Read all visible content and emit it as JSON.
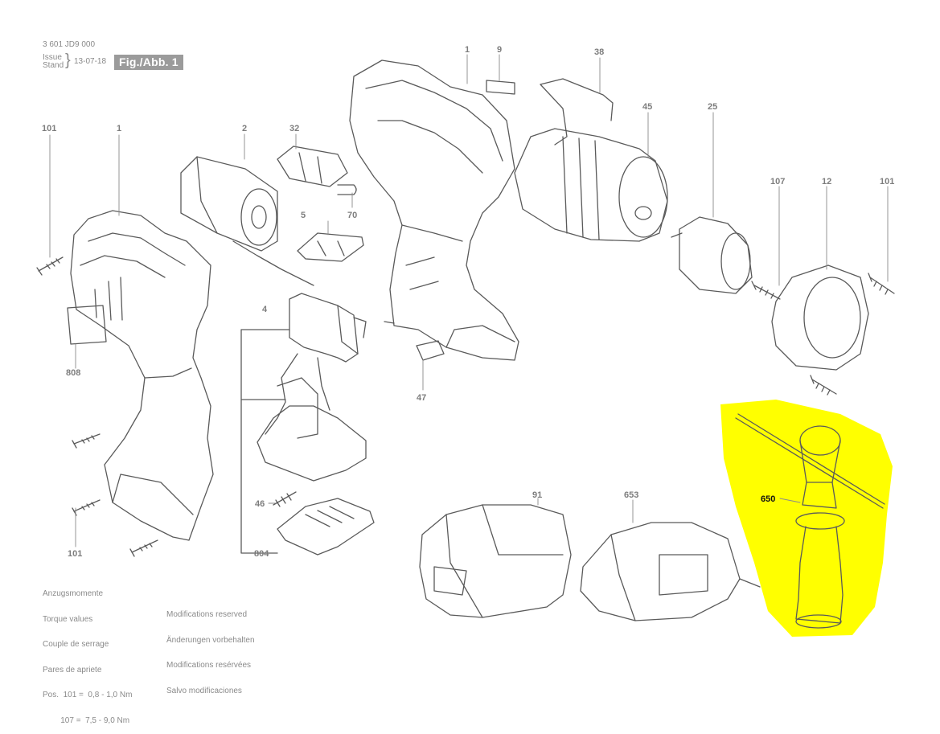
{
  "header": {
    "doc_number": "3 601 JD9 000",
    "issue_label": "Issue",
    "stand_label": "Stand",
    "date": "13-07-18",
    "figure_label": "Fig./Abb. 1"
  },
  "labels": {
    "p101_a": "101",
    "p1_a": "1",
    "p2": "2",
    "p32": "32",
    "p5": "5",
    "p70": "70",
    "p1_b": "1",
    "p9": "9",
    "p38": "38",
    "p45": "45",
    "p25": "25",
    "p107": "107",
    "p12": "12",
    "p101_b": "101",
    "p808": "808",
    "p4": "4",
    "p47": "47",
    "p46": "46",
    "p804": "804",
    "p101_c": "101",
    "p91": "91",
    "p653": "653",
    "p650": "650"
  },
  "torque": {
    "line1": "Anzugsmomente",
    "line2": "Torque values",
    "line3": "Couple de serrage",
    "line4": "Pares de apriete",
    "line5": "Pos.  101 =  0,8 - 1,0 Nm",
    "line6": "        107 =  7,5 - 9,0 Nm"
  },
  "modifications": {
    "line1": "Modifications reserved",
    "line2": "Änderungen vorbehalten",
    "line3": "Modifications resérvées",
    "line4": "Salvo modificaciones"
  },
  "colors": {
    "line": "#5a5a5a",
    "highlight": "#ffff00",
    "label": "#7d7d7d"
  }
}
